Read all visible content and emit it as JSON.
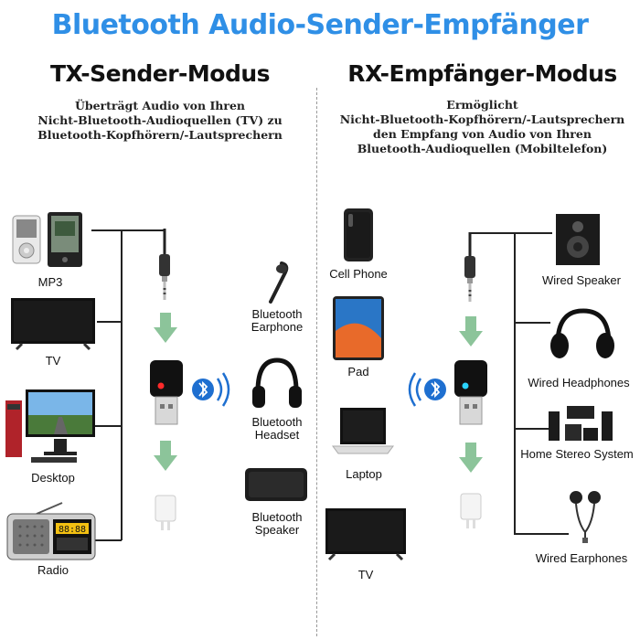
{
  "title": "Bluetooth Audio-Sender-Empfänger",
  "tx": {
    "heading": "TX-Sender-Modus",
    "description": [
      "Überträgt Audio von Ihren",
      "Nicht-Bluetooth-Audioquellen (TV) zu",
      "Bluetooth-Kopfhörern/-Lautsprechern"
    ],
    "sources": [
      "MP3",
      "TV",
      "Desktop",
      "Radio"
    ],
    "outputs": [
      "Bluetooth\nEarphone",
      "Bluetooth\nHeadset",
      "Bluetooth\nSpeaker"
    ]
  },
  "rx": {
    "heading": "RX-Empfänger-Modus",
    "description": [
      "Ermöglicht",
      "Nicht-Bluetooth-Kopfhörern/-Lautsprechern",
      "den Empfang von Audio von Ihren",
      "Bluetooth-Audioquellen (Mobiltelefon)"
    ],
    "sources": [
      "Cell Phone",
      "Pad",
      "Laptop",
      "TV"
    ],
    "outputs": [
      "Wired Speaker",
      "Wired Headphones",
      "Home Stereo System",
      "Wired Earphones"
    ]
  },
  "colors": {
    "title": "#2f8fe6",
    "arrow": "#8cc49a",
    "bluetooth": "#1e6fd0",
    "led_red": "#ff2a2a",
    "led_blue": "#2ad4ff"
  },
  "radio_display": "88:88"
}
